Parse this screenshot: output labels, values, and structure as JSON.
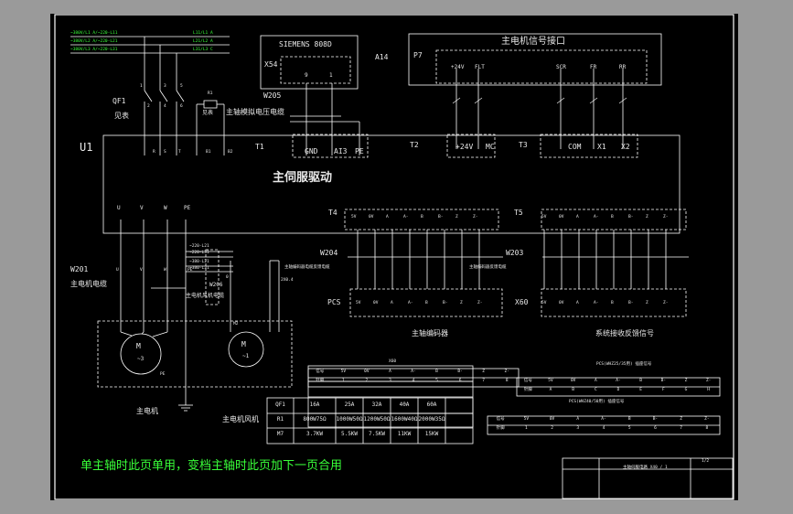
{
  "supply_labels": [
    "~380V/L1 A/~220-L11",
    "~380V/L2 A/~220-L21",
    "~380V/L3 A/~220-L31"
  ],
  "supply_right_labels": [
    "L11/L1 A",
    "L21/L2 A",
    "L31/L3 C"
  ],
  "siemens": {
    "title": "SIEMENS 808D",
    "code": "X54",
    "pins": [
      "9",
      "1"
    ]
  },
  "a14": "A14",
  "p7": {
    "label": "P7",
    "title": "主电机信号接口",
    "pins": [
      "+24V",
      "FLT",
      "SCR",
      "FR",
      "RR"
    ]
  },
  "qf1": {
    "name": "QF1",
    "desc": "见表",
    "pins": [
      "1",
      "3",
      "5",
      "2",
      "4",
      "6"
    ]
  },
  "r1": {
    "name": "R1",
    "desc": "见表"
  },
  "w205": {
    "code": "W205",
    "desc": "主轴模拟电压电缆"
  },
  "u1": {
    "name": "U1",
    "title": "主伺服驱动",
    "t1": "T1",
    "t1_pins": [
      "GND",
      "AI3",
      "PE"
    ],
    "t2": "T2",
    "t2_pins": [
      "+24V",
      "MC"
    ],
    "t3": "T3",
    "t3_pins": [
      "COM",
      "X1",
      "X2"
    ],
    "power_pins": [
      "R",
      "S",
      "T",
      "B1",
      "B2"
    ],
    "out_pins": [
      "U",
      "V",
      "W",
      "PE"
    ]
  },
  "t4": {
    "label": "T4",
    "pins": [
      "5V",
      "0V",
      "A",
      "A-",
      "B",
      "B-",
      "Z",
      "Z-"
    ]
  },
  "t5": {
    "label": "T5",
    "pins": [
      "5V",
      "0V",
      "A",
      "A-",
      "B",
      "B-",
      "Z",
      "Z-"
    ]
  },
  "w204": {
    "code": "W204",
    "desc": "主轴编码器电缆反馈电缆"
  },
  "w203": {
    "code": "W203",
    "desc": "主轴编码器反馈电缆"
  },
  "pcs": {
    "label": "PCS",
    "desc": "主轴编码器",
    "pins": [
      "5V",
      "0V",
      "A",
      "A-",
      "B",
      "B-",
      "Z",
      "Z-"
    ]
  },
  "x60": {
    "label": "X60",
    "desc": "系统接收反馈信号",
    "pins": [
      "5V",
      "0V",
      "A",
      "A-",
      "B",
      "B-",
      "Z",
      "Z-"
    ]
  },
  "w201": {
    "code": "W201",
    "desc": "主电机电缆",
    "pins": [
      "U",
      "V",
      "W",
      "PE"
    ]
  },
  "fan": {
    "code": "W206",
    "desc": "主电机风机电缆",
    "labels": [
      "~220-L21",
      "~220-L31",
      "~380-L21",
      "~380-L31"
    ],
    "pin": "0",
    "cable": "2X0.4"
  },
  "motor": {
    "label": "M",
    "phase": "~3",
    "pe": "PE",
    "title": "主电机"
  },
  "fan_motor": {
    "code": "M2",
    "label": "M",
    "phase": "~1",
    "title": "主电机风机"
  },
  "spec_table": {
    "headers": [
      "QF1",
      "16A",
      "25A",
      "32A",
      "40A",
      "60A"
    ],
    "rows": [
      {
        "label": "R1",
        "cells": [
          "800W75Ω",
          "1000W50Ω",
          "1200W50Ω",
          "1600W40Ω",
          "2000W35Ω"
        ]
      },
      {
        "label": "M7",
        "cells": [
          "3.7KW",
          "5.5KW",
          "7.5KW",
          "11KW",
          "15KW"
        ]
      }
    ]
  },
  "tbl_x60": {
    "title": "X60",
    "header": "信号",
    "cols": [
      "5V",
      "0V",
      "A",
      "A-",
      "B",
      "B-",
      "Z",
      "Z-"
    ],
    "row_label": "针脚",
    "row": [
      "1",
      "2",
      "3",
      "4",
      "5",
      "6",
      "7",
      "8"
    ]
  },
  "tbl_pcs1": {
    "title": "PCS(WHZ25/35用) 插座信号",
    "header": "信号",
    "cols": [
      "5V",
      "0V",
      "A",
      "A-",
      "B",
      "B-",
      "Z",
      "Z-"
    ],
    "row_label": "针脚",
    "row": [
      "A",
      "B",
      "C",
      "D",
      "E",
      "F",
      "G",
      "H"
    ]
  },
  "tbl_pcs2": {
    "title": "PCS(WHZ40/50用) 插座信号",
    "header": "信号",
    "cols": [
      "5V",
      "0V",
      "A",
      "A-",
      "B",
      "B-",
      "Z",
      "Z-"
    ],
    "row_label": "针脚",
    "row": [
      "1",
      "2",
      "3",
      "4",
      "5",
      "6",
      "7",
      "8"
    ]
  },
  "note": "单主轴时此页单用，变档主轴时此页加下一页合用",
  "title_block": {
    "name": "主轴伺服电路 X40 / 1",
    "sheet": "1/2"
  },
  "colors": {
    "line": "#ffffff",
    "label": "#39ff39",
    "accent": "#ffff33",
    "bg": "#000000"
  }
}
